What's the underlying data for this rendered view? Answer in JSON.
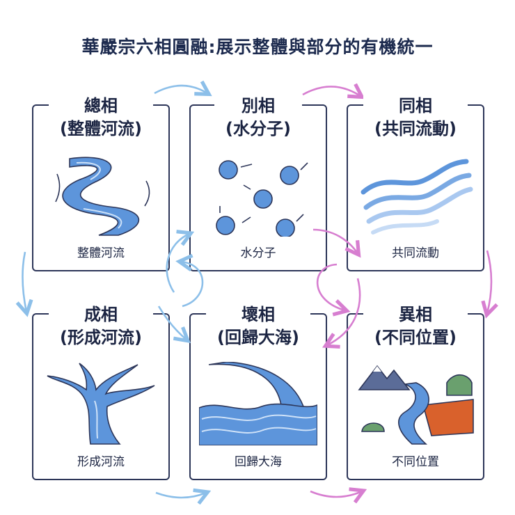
{
  "title": "華嚴宗六相圓融:展示整體與部分的有機統一",
  "panels": [
    {
      "name": "總相",
      "subtitle": "(整體河流)",
      "caption": "整體河流"
    },
    {
      "name": "別相",
      "subtitle": "(水分子)",
      "caption": "水分子"
    },
    {
      "name": "同相",
      "subtitle": "(共同流動)",
      "caption": "共同流動"
    },
    {
      "name": "成相",
      "subtitle": "(形成河流)",
      "caption": "形成河流"
    },
    {
      "name": "壞相",
      "subtitle": "(回歸大海)",
      "caption": "回歸大海"
    },
    {
      "name": "異相",
      "subtitle": "(不同位置)",
      "caption": "不同位置"
    }
  ],
  "colors": {
    "ink": "#2c3558",
    "water": "#5d95db",
    "water_light": "#a9c8f0",
    "arrow_blue": "#8cbfe9",
    "arrow_pink": "#d77ed0"
  }
}
